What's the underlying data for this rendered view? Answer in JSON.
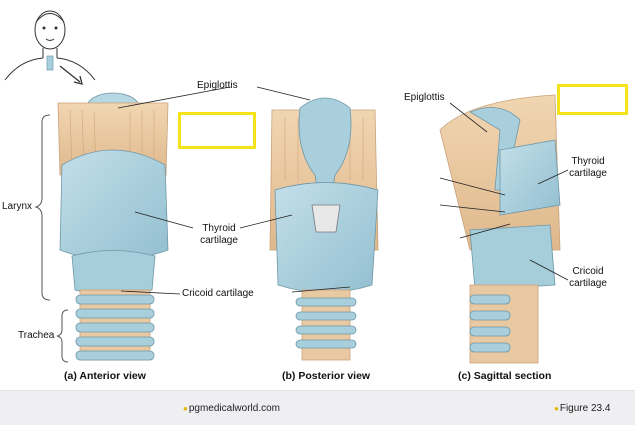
{
  "labels": {
    "epiglottis_center": "Epiglottis",
    "epiglottis_right": "Epiglottis",
    "larynx": "Larynx",
    "trachea": "Trachea",
    "thyroid_center": [
      "Thyroid",
      "cartilage"
    ],
    "thyroid_right": [
      "Thyroid",
      "cartilage"
    ],
    "cricoid_center": "Cricoid cartilage",
    "cricoid_right": [
      "Cricoid",
      "cartilage"
    ]
  },
  "captions": {
    "anterior": "(a) Anterior view",
    "posterior": "(b) Posterior view",
    "sagittal": "(c) Sagittal section"
  },
  "footer": {
    "website": "pgmedicalworld.com",
    "figure": "Figure 23.4"
  },
  "colors": {
    "cartilage_blue": "#a9cfdc",
    "muscle_tan": "#e9c9a2",
    "highlight": "#f5e31a",
    "footer_bg": "#efeff2"
  },
  "icons": [
    "head-outline-icon",
    "pointer-arrow-icon",
    "bullet-icon"
  ]
}
